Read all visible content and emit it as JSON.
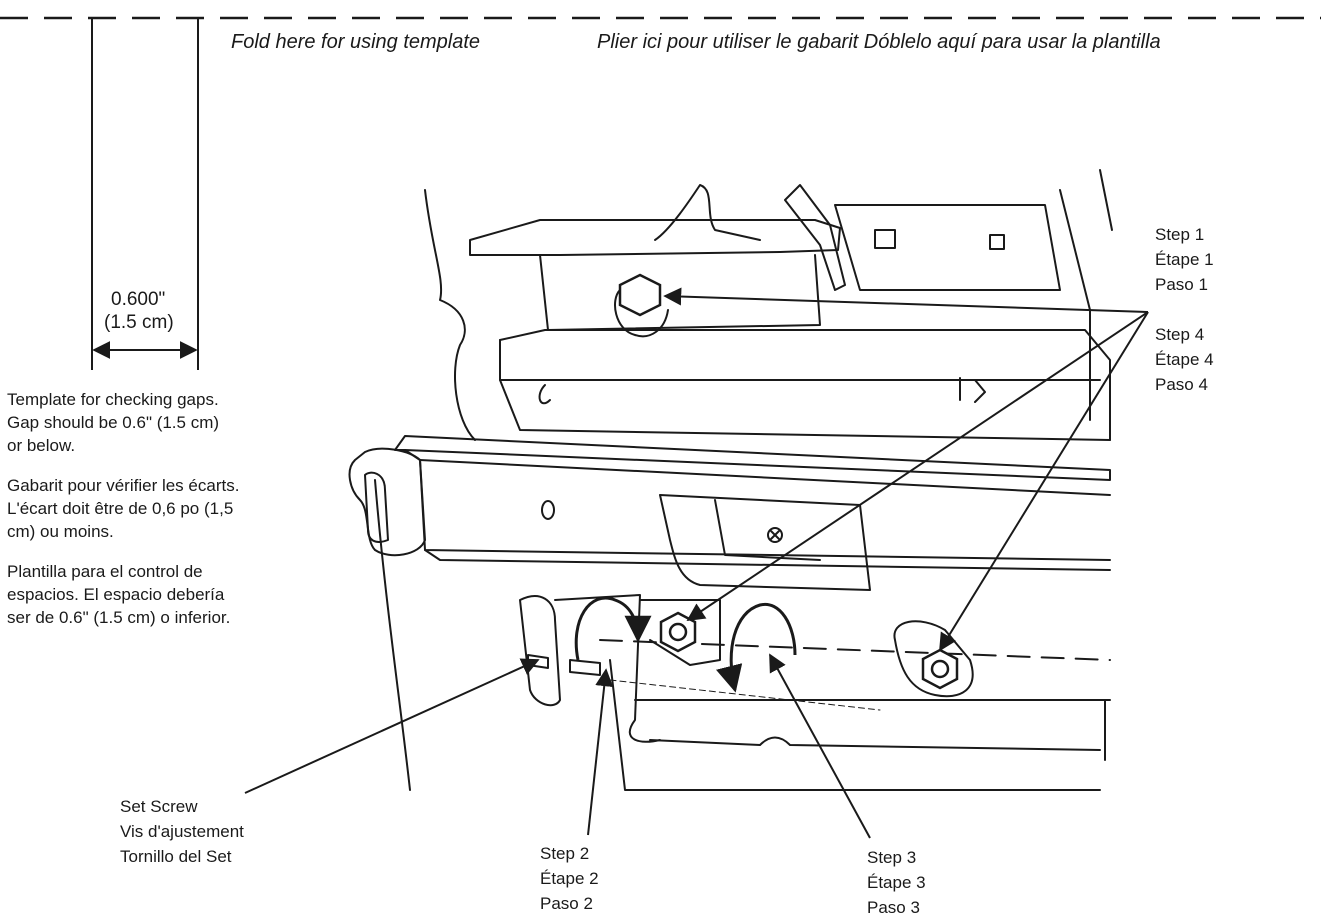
{
  "fold": {
    "en": "Fold here for using template",
    "fr_es": "Plier ici pour utiliser le gabarit Dóblelo aquí para usar la plantilla"
  },
  "gauge": {
    "inches": "0.600\"",
    "cm": "(1.5 cm)"
  },
  "template_text": {
    "en": [
      "Template for checking gaps.",
      "Gap should be 0.6\" (1.5 cm)",
      "or below."
    ],
    "fr": [
      "Gabarit pour vérifier les écarts.",
      "L'écart doit être de 0,6 po (1,5",
      "cm) ou moins."
    ],
    "es": [
      "Plantilla para el control de",
      "espacios. El espacio debería",
      "ser de 0.6\" (1.5 cm) o inferior."
    ]
  },
  "callouts": {
    "step1": [
      "Step 1",
      "Étape 1",
      "Paso 1"
    ],
    "step4": [
      "Step 4",
      "Étape 4",
      "Paso 4"
    ],
    "step2": [
      "Step 2",
      "Étape 2",
      "Paso 2"
    ],
    "step3": [
      "Step 3",
      "Étape 3",
      "Paso 3"
    ],
    "set_screw": [
      "Set Screw",
      "Vis d'ajustement",
      "Tornillo del Set"
    ]
  }
}
